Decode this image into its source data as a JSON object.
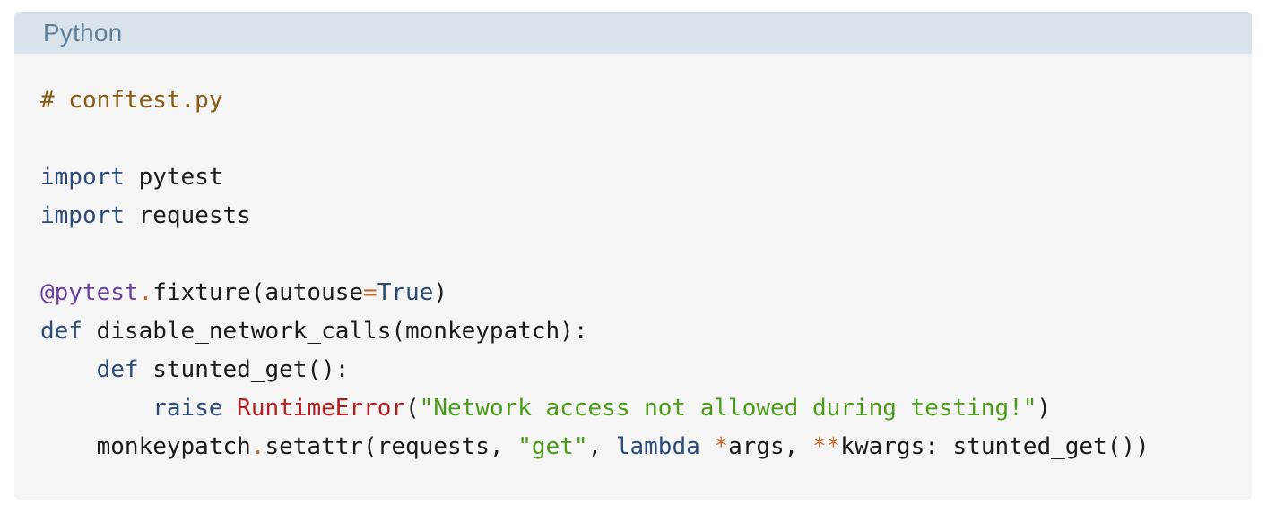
{
  "code_block": {
    "language": "Python",
    "lines": [
      [
        {
          "t": "comment",
          "v": "# conftest.py"
        }
      ],
      [],
      [
        {
          "t": "keyword",
          "v": "import"
        },
        {
          "t": "plain",
          "v": " pytest"
        }
      ],
      [
        {
          "t": "keyword",
          "v": "import"
        },
        {
          "t": "plain",
          "v": " requests"
        }
      ],
      [],
      [
        {
          "t": "decorator",
          "v": "@pytest"
        },
        {
          "t": "operator",
          "v": "."
        },
        {
          "t": "plain",
          "v": "fixture(autouse"
        },
        {
          "t": "operator",
          "v": "="
        },
        {
          "t": "builtin",
          "v": "True"
        },
        {
          "t": "plain",
          "v": ")"
        }
      ],
      [
        {
          "t": "keyword",
          "v": "def"
        },
        {
          "t": "plain",
          "v": " disable_network_calls(monkeypatch):"
        }
      ],
      [
        {
          "t": "plain",
          "v": "    "
        },
        {
          "t": "keyword",
          "v": "def"
        },
        {
          "t": "plain",
          "v": " stunted_get():"
        }
      ],
      [
        {
          "t": "plain",
          "v": "        "
        },
        {
          "t": "keyword",
          "v": "raise"
        },
        {
          "t": "plain",
          "v": " "
        },
        {
          "t": "exception",
          "v": "RuntimeError"
        },
        {
          "t": "plain",
          "v": "("
        },
        {
          "t": "string",
          "v": "\"Network access not allowed during testing!\""
        },
        {
          "t": "plain",
          "v": ")"
        }
      ],
      [
        {
          "t": "plain",
          "v": "    monkeypatch"
        },
        {
          "t": "operator",
          "v": "."
        },
        {
          "t": "plain",
          "v": "setattr(requests, "
        },
        {
          "t": "string",
          "v": "\"get\""
        },
        {
          "t": "plain",
          "v": ", "
        },
        {
          "t": "keyword",
          "v": "lambda"
        },
        {
          "t": "plain",
          "v": " "
        },
        {
          "t": "operator",
          "v": "*"
        },
        {
          "t": "plain",
          "v": "args, "
        },
        {
          "t": "operator",
          "v": "**"
        },
        {
          "t": "plain",
          "v": "kwargs: stunted_get())"
        }
      ]
    ]
  },
  "colors": {
    "header_background": "#d9e3ec",
    "code_background": "#f5f5f5",
    "comment": "#8a5a12",
    "keyword": "#2a4b78",
    "decorator": "#6b3fa0",
    "operator": "#c8692a",
    "exception": "#b31d1d",
    "string": "#4a9a1a"
  }
}
